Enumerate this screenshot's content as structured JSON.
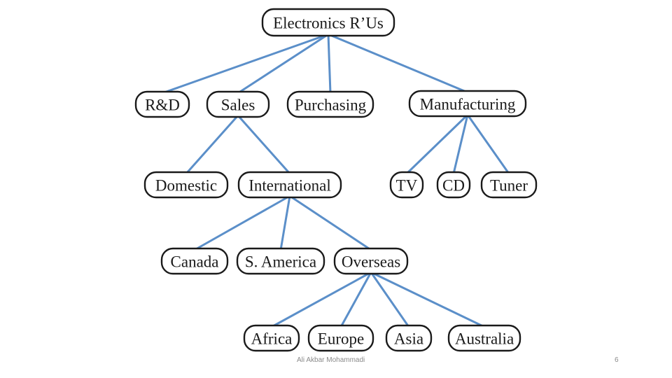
{
  "diagram": {
    "nodes": [
      {
        "id": "root",
        "label": "Electronics R’Us"
      },
      {
        "id": "rd",
        "label": "R&D"
      },
      {
        "id": "sales",
        "label": "Sales"
      },
      {
        "id": "purchasing",
        "label": "Purchasing"
      },
      {
        "id": "manufacturing",
        "label": "Manufacturing"
      },
      {
        "id": "domestic",
        "label": "Domestic"
      },
      {
        "id": "international",
        "label": "International"
      },
      {
        "id": "tv",
        "label": "TV"
      },
      {
        "id": "cd",
        "label": "CD"
      },
      {
        "id": "tuner",
        "label": "Tuner"
      },
      {
        "id": "canada",
        "label": "Canada"
      },
      {
        "id": "samerica",
        "label": "S. America"
      },
      {
        "id": "overseas",
        "label": "Overseas"
      },
      {
        "id": "africa",
        "label": "Africa"
      },
      {
        "id": "europe",
        "label": "Europe"
      },
      {
        "id": "asia",
        "label": "Asia"
      },
      {
        "id": "australia",
        "label": "Australia"
      }
    ],
    "edges": [
      [
        "root",
        "rd"
      ],
      [
        "root",
        "sales"
      ],
      [
        "root",
        "purchasing"
      ],
      [
        "root",
        "manufacturing"
      ],
      [
        "sales",
        "domestic"
      ],
      [
        "sales",
        "international"
      ],
      [
        "manufacturing",
        "tv"
      ],
      [
        "manufacturing",
        "cd"
      ],
      [
        "manufacturing",
        "tuner"
      ],
      [
        "international",
        "canada"
      ],
      [
        "international",
        "samerica"
      ],
      [
        "international",
        "overseas"
      ],
      [
        "overseas",
        "africa"
      ],
      [
        "overseas",
        "europe"
      ],
      [
        "overseas",
        "asia"
      ],
      [
        "overseas",
        "australia"
      ]
    ]
  },
  "footer": {
    "author": "Ali Akbar Mohammadi",
    "page_number": "6"
  },
  "colors": {
    "edge": "#5b8fc9",
    "node_border": "#1a1a1a",
    "background": "#ffffff"
  }
}
